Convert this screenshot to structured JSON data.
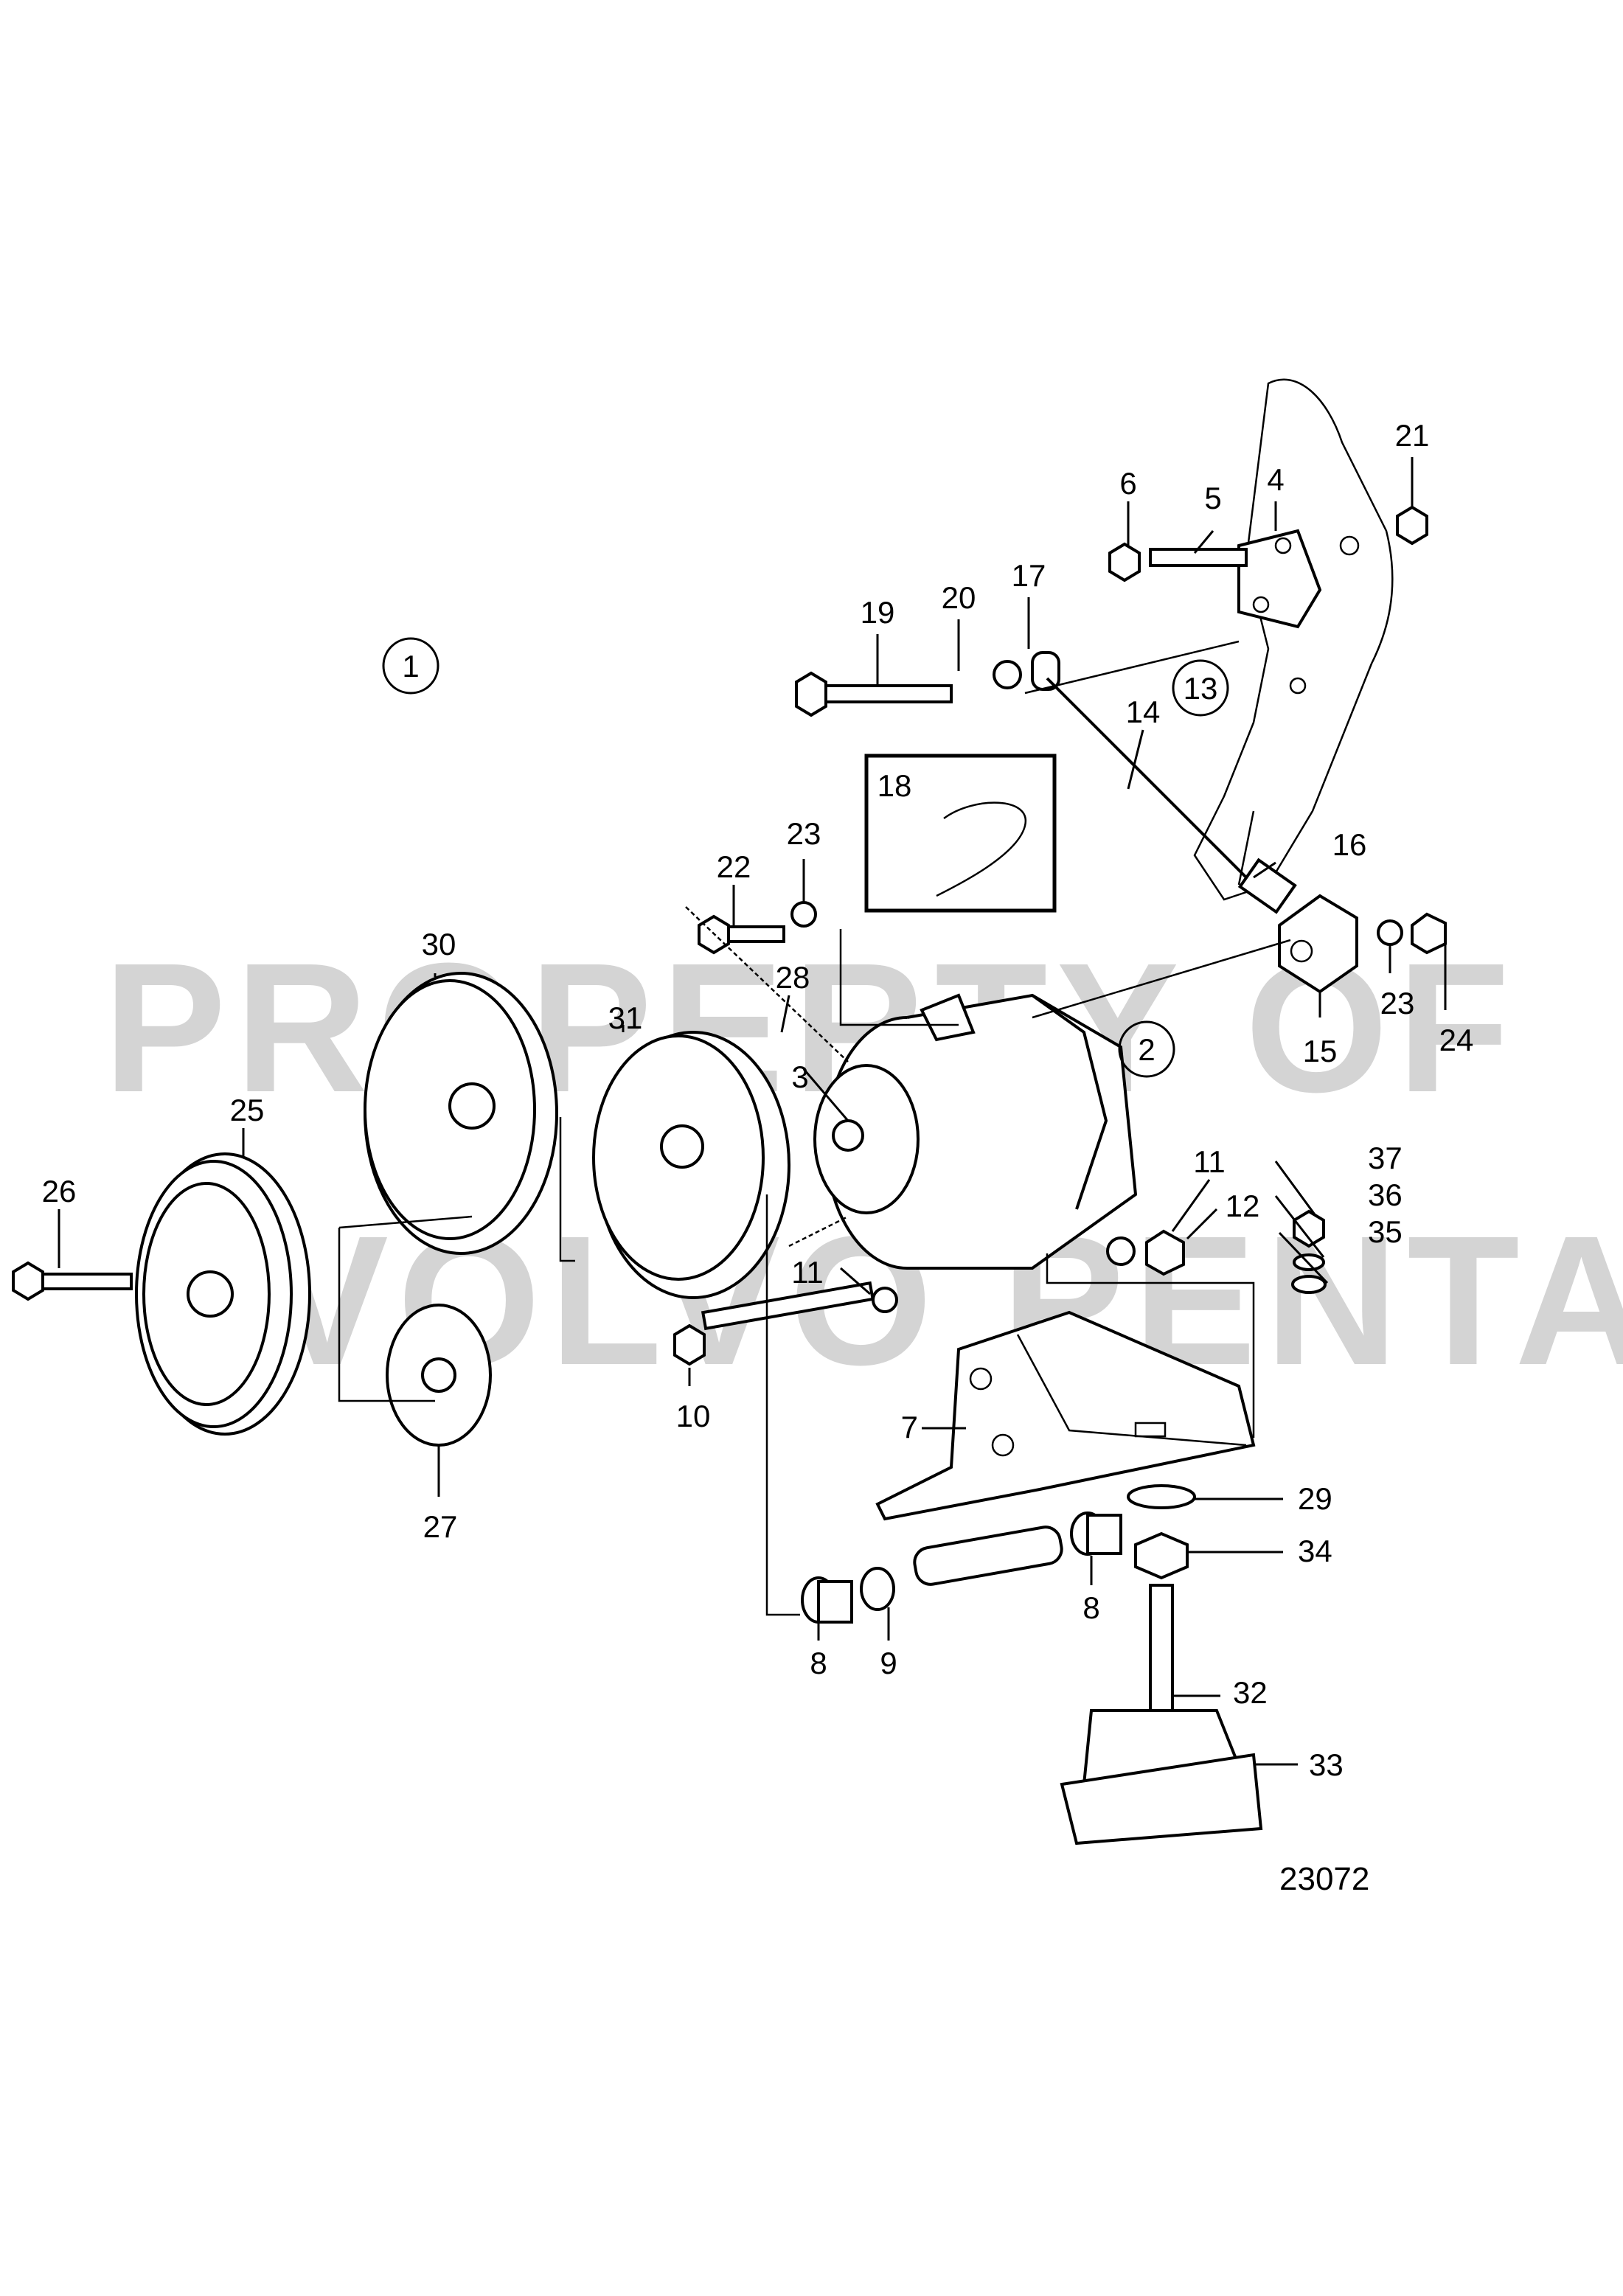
{
  "diagram": {
    "drawing_number": "23072",
    "watermark_lines": [
      "PROPERTY OF",
      "VOLVO PENTA"
    ],
    "callouts": [
      "1",
      "2",
      "3",
      "4",
      "5",
      "6",
      "7",
      "8",
      "8",
      "9",
      "10",
      "11",
      "11",
      "12",
      "13",
      "14",
      "15",
      "16",
      "17",
      "18",
      "19",
      "20",
      "21",
      "22",
      "23",
      "23",
      "24",
      "25",
      "26",
      "27",
      "28",
      "29",
      "30",
      "31",
      "32",
      "33",
      "34",
      "35",
      "36",
      "37"
    ],
    "circled_callouts": [
      "1",
      "2",
      "13"
    ]
  }
}
